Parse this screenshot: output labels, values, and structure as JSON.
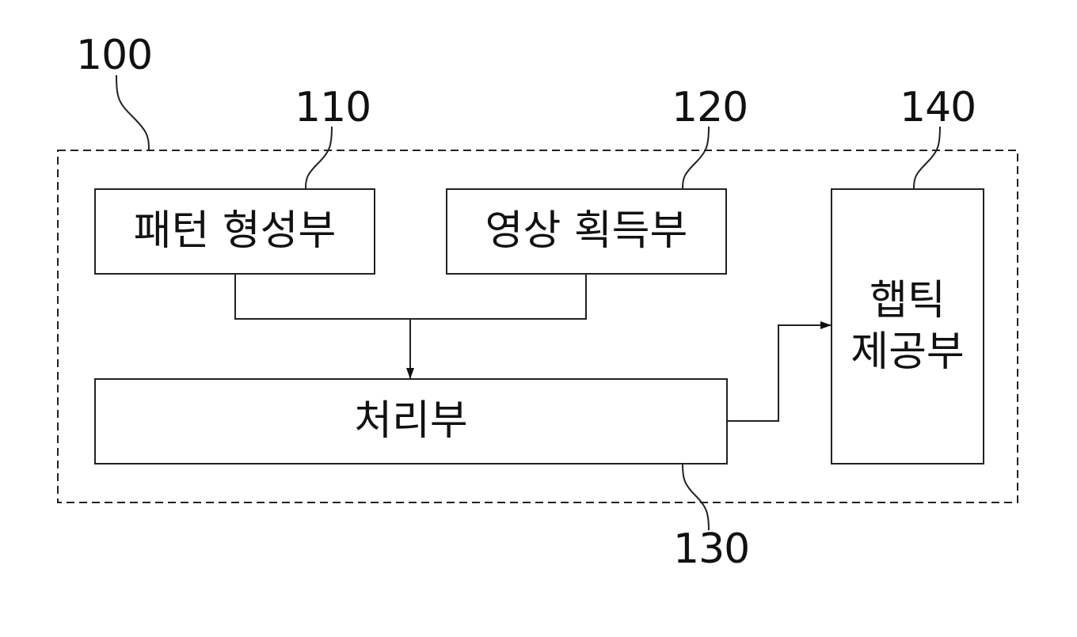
{
  "system": {
    "ref": "100"
  },
  "blocks": {
    "pattern_former": {
      "ref": "110",
      "label": "패턴 형성부"
    },
    "image_acquirer": {
      "ref": "120",
      "label": "영상 획득부"
    },
    "processor": {
      "ref": "130",
      "label": "처리부"
    },
    "haptic_provider": {
      "ref": "140",
      "label_line1": "햅틱",
      "label_line2": "제공부"
    }
  }
}
